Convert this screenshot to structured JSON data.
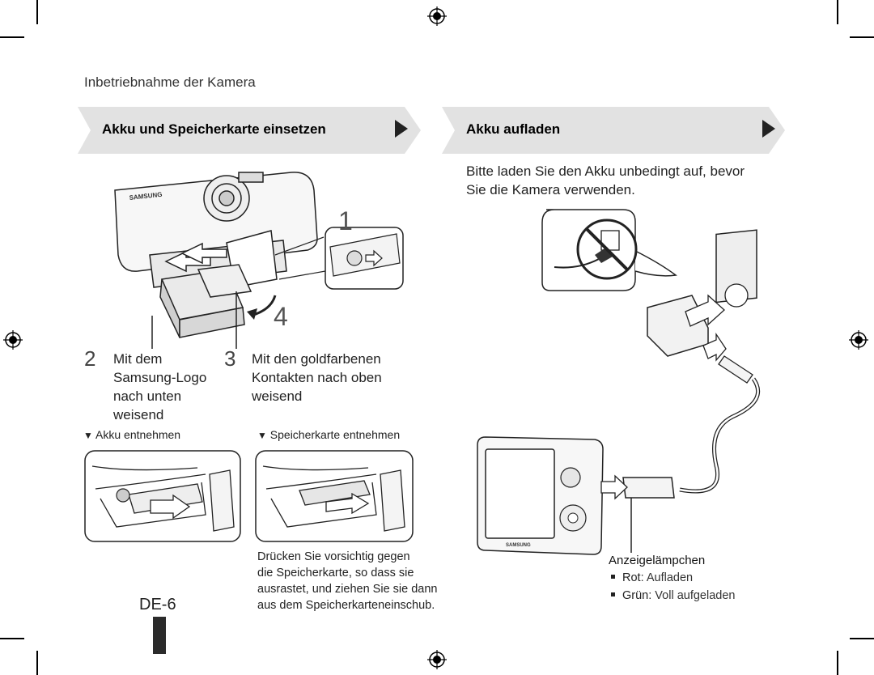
{
  "header": {
    "section": "Inbetriebnahme der Kamera"
  },
  "left_section": {
    "title": "Akku und Speicherkarte einsetzen",
    "callouts": [
      "1",
      "4"
    ],
    "step2": {
      "num": "2",
      "lines": [
        "Mit dem",
        "Samsung-Logo",
        "nach unten",
        "weisend"
      ]
    },
    "step3": {
      "num": "3",
      "lines": [
        "Mit den goldfarbenen",
        "Kontakten nach oben",
        "weisend"
      ]
    },
    "remove_battery": "Akku entnehmen",
    "remove_card": "Speicherkarte entnehmen",
    "card_note": [
      "Drücken Sie vorsichtig gegen",
      "die Speicherkarte, so dass sie",
      "ausrastet, und ziehen Sie sie dann",
      "aus dem Speicherkarteneinschub."
    ]
  },
  "right_section": {
    "title": "Akku aufladen",
    "intro": [
      "Bitte laden Sie den Akku unbedingt auf, bevor",
      "Sie die Kamera verwenden."
    ],
    "indicator": {
      "label": "Anzeigelämpchen",
      "items": [
        {
          "key": "Rot",
          "value": ": Aufladen"
        },
        {
          "key": "Grün",
          "value": ": Voll aufgeladen"
        }
      ]
    }
  },
  "illustration_text": {
    "brand": "SAMSUNG"
  },
  "page_number": "DE-6",
  "colors": {
    "banner": "#e2e2e2",
    "text": "#1a1a1a",
    "thumb_tab": "#2b2b2b"
  }
}
